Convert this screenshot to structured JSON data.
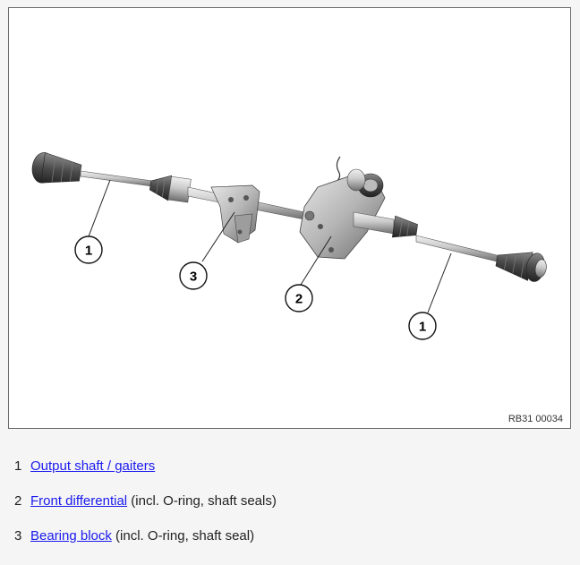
{
  "diagram": {
    "figure_code": "RB31 00034",
    "callouts": [
      {
        "id": "callout-1-left",
        "number": "1"
      },
      {
        "id": "callout-3",
        "number": "3"
      },
      {
        "id": "callout-2",
        "number": "2"
      },
      {
        "id": "callout-1-right",
        "number": "1"
      }
    ]
  },
  "legend": [
    {
      "number": "1",
      "link": "Output shaft / gaiters",
      "rest": ""
    },
    {
      "number": "2",
      "link": "Front differential",
      "rest": " (incl. O-ring, shaft seals)"
    },
    {
      "number": "3",
      "link": "Bearing block",
      "rest": " (incl. O-ring, shaft seal)"
    }
  ]
}
